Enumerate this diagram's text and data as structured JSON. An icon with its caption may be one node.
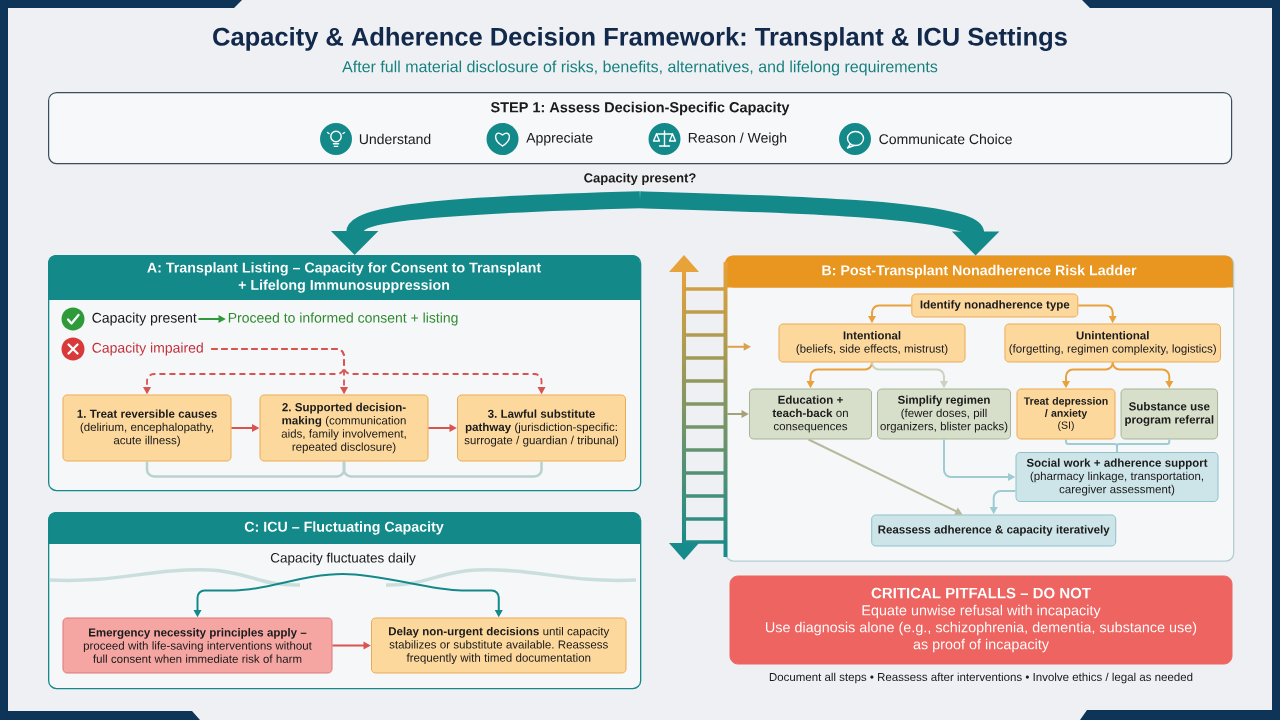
{
  "diagram": {
    "title": "Capacity & Adherence Decision Framework: Transplant & ICU Settings",
    "nodes": [
      {
        "text": [
          "STEP 1: Assess Decision-Specific Capacity",
          "Understand",
          "Appreciate",
          "Reason / Weigh",
          "Communicate Choice"
        ]
      },
      {
        "text": [
          "Capacity present?"
        ]
      },
      {
        "text": [
          "A: Transplant Listing – Capacity for Consent to Transplant + Lifelong Immunosuppression"
        ]
      },
      {
        "text": [
          "Capacity present"
        ],
        "in": 2
      },
      {
        "text": [
          "Proceed to informed consent + listing"
        ],
        "in": 2
      },
      {
        "text": [
          "Capacity impaired"
        ],
        "in": 2
      },
      {
        "text": [
          "**1. Treat reversible causes** (delirium, encephalopathy, acute illness)"
        ],
        "in": 2
      },
      {
        "text": [
          "**2. Supported decision-making** (communication aids, family involvement, repeated disclosure)"
        ],
        "in": 2
      },
      {
        "text": [
          "**3. Lawful substitute pathway** (jurisdiction-specific: surrogate / guardian / tribunal)"
        ],
        "in": 2
      },
      {
        "text": [],
        "shape": "ladder"
      },
      {
        "text": [
          "B: Post-Transplant Nonadherence Risk Ladder"
        ]
      },
      {
        "text": [
          "Identify nonadherence type"
        ],
        "in": 10
      },
      {
        "text": [
          "Intentional",
          "(beliefs, side effects, mistrust)"
        ],
        "in": 10
      },
      {
        "text": [
          "Unintentional",
          "(forgetting, regimen complexity, logistics)"
        ],
        "in": 10
      },
      {
        "text": [
          "**Education + teach-back** on consequences"
        ],
        "in": 10
      },
      {
        "text": [
          "Simplify regimen",
          "(fewer doses, pill organizers, blister packs)"
        ],
        "in": 10
      },
      {
        "text": [
          "Treat depression / anxiety",
          "(SI)"
        ],
        "in": 10
      },
      {
        "text": [
          "Substance use program referral"
        ],
        "in": 10
      },
      {
        "text": [
          "Social work + adherence support",
          "(pharmacy linkage, transportation, caregiver assessment)"
        ],
        "in": 10
      },
      {
        "text": [
          "Reassess adherence & capacity iteratively"
        ],
        "in": 10
      },
      {
        "text": [
          "C: ICU – Fluctuating Capacity"
        ]
      },
      {
        "text": [
          "Capacity fluctuates daily"
        ],
        "in": 20
      },
      {
        "text": [
          "**Emergency necessity principles apply –** proceed with life-saving interventions without full consent when immediate risk of harm"
        ],
        "in": 20
      },
      {
        "text": [
          "**Delay non-urgent decisions** until capacity stabilizes or substitute available. Reassess frequently with timed documentation"
        ],
        "in": 20
      },
      {
        "text": [
          "CRITICAL PITFALLS – DO NOT",
          "Equate unwise refusal with incapacity",
          "Use diagnosis alone (e.g., schizophrenia, dementia, substance use) as proof of incapacity"
        ]
      }
    ],
    "edges": [
      {
        "from": 1,
        "to": 2,
        "arrow": "to",
        "style": "thick",
        "color": "#13898a"
      },
      {
        "from": 1,
        "to": 10,
        "arrow": "to",
        "style": "thick",
        "color": "#13898a"
      },
      {
        "from": 3,
        "to": 4,
        "arrow": "to",
        "color": "#2e9a3a"
      },
      {
        "from": 5,
        "to": 6,
        "arrow": "to",
        "style": "dashed",
        "color": "#d9534f"
      },
      {
        "from": 5,
        "to": 7,
        "arrow": "to",
        "style": "dashed",
        "color": "#d9534f"
      },
      {
        "from": 5,
        "to": 8,
        "arrow": "to",
        "style": "dashed",
        "color": "#d9534f"
      },
      {
        "from": 6,
        "to": 7,
        "arrow": "to",
        "color": "#d9534f"
      },
      {
        "from": 7,
        "to": 8,
        "arrow": "to",
        "color": "#d9534f"
      },
      {
        "from": 6,
        "to": 7,
        "arrow": "none",
        "color": "#b9d2cf"
      },
      {
        "from": 8,
        "to": 7,
        "arrow": "none",
        "color": "#b9d2cf"
      },
      {
        "from": 9,
        "to": null,
        "arrow": "to",
        "color": "#dba24e"
      },
      {
        "from": 9,
        "to": 14,
        "arrow": "to",
        "color": "#a3a27a"
      },
      {
        "from": 11,
        "to": 12,
        "arrow": "to"
      },
      {
        "from": 11,
        "to": 13,
        "arrow": "to"
      },
      {
        "from": 12,
        "to": 14,
        "arrow": "to"
      },
      {
        "from": 12,
        "to": 15,
        "arrow": "to",
        "color": "#c9d3bf"
      },
      {
        "from": 13,
        "to": 16,
        "arrow": "to"
      },
      {
        "from": 13,
        "to": 17,
        "arrow": "to"
      },
      {
        "from": 16,
        "to": 18,
        "arrow": "none",
        "color": "#9fcbd3"
      },
      {
        "from": 17,
        "to": 18,
        "arrow": "none",
        "color": "#9fcbd3"
      },
      {
        "from": 15,
        "to": 18,
        "arrow": "to",
        "color": "#9fcbd3"
      },
      {
        "from": 14,
        "to": 19,
        "arrow": "to",
        "color": "#b8b89c"
      },
      {
        "from": 18,
        "to": 19,
        "arrow": "to",
        "color": "#9fcbd3"
      },
      {
        "from": 21,
        "to": 22,
        "arrow": "to",
        "color": "#13898a"
      },
      {
        "from": 21,
        "to": 23,
        "arrow": "to",
        "color": "#13898a"
      },
      {
        "from": 22,
        "to": 23,
        "arrow": "to",
        "color": "#d9534f"
      }
    ],
    "labels": [
      "After full material disclosure of risks, benefits, alternatives, and lifelong requirements",
      "Document all steps • Reassess after interventions • Involve ethics / legal as needed"
    ]
  }
}
